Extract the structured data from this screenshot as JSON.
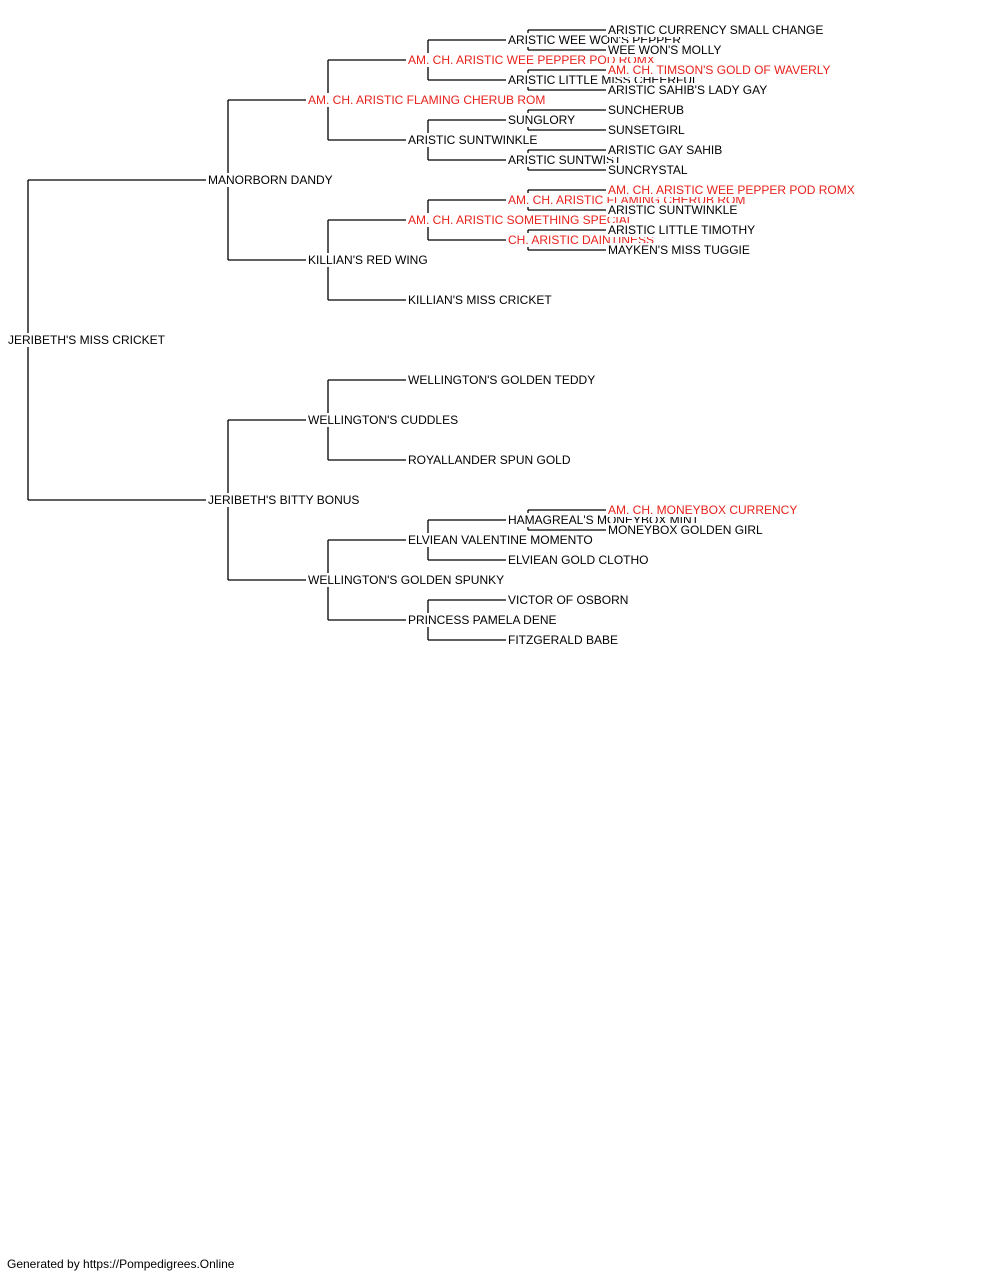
{
  "colors": {
    "champion": "#e8211c",
    "normal": "#000000",
    "line": "#000000"
  },
  "pedigree": {
    "name": "JERIBETH'S MISS CRICKET",
    "sire": {
      "name": "MANORBORN DANDY",
      "sire": {
        "name": "AM. CH. ARISTIC FLAMING CHERUB ROM",
        "champion": true,
        "sire": {
          "name": "AM. CH. ARISTIC WEE PEPPER POD ROMX",
          "champion": true,
          "sire": {
            "name": "ARISTIC WEE WON'S PEPPER",
            "sire": {
              "name": "ARISTIC CURRENCY SMALL CHANGE"
            },
            "dam": {
              "name": "WEE WON'S MOLLY"
            }
          },
          "dam": {
            "name": "ARISTIC LITTLE MISS CHEERFUL",
            "sire": {
              "name": "AM. CH. TIMSON'S GOLD OF WAVERLY",
              "champion": true
            },
            "dam": {
              "name": "ARISTIC SAHIB'S LADY GAY"
            }
          }
        },
        "dam": {
          "name": "ARISTIC SUNTWINKLE",
          "sire": {
            "name": "SUNGLORY",
            "sire": {
              "name": "SUNCHERUB"
            },
            "dam": {
              "name": "SUNSETGIRL"
            }
          },
          "dam": {
            "name": "ARISTIC SUNTWIST",
            "sire": {
              "name": "ARISTIC GAY SAHIB"
            },
            "dam": {
              "name": "SUNCRYSTAL"
            }
          }
        }
      },
      "dam": {
        "name": "KILLIAN'S RED WING",
        "sire": {
          "name": "AM. CH. ARISTIC SOMETHING SPECIAL",
          "champion": true,
          "sire": {
            "name": "AM. CH. ARISTIC FLAMING CHERUB ROM",
            "champion": true,
            "sire": {
              "name": "AM. CH. ARISTIC WEE PEPPER POD ROMX",
              "champion": true
            },
            "dam": {
              "name": "ARISTIC SUNTWINKLE"
            }
          },
          "dam": {
            "name": "CH. ARISTIC DAINTINESS",
            "champion": true,
            "sire": {
              "name": "ARISTIC LITTLE TIMOTHY"
            },
            "dam": {
              "name": "MAYKEN'S MISS TUGGIE"
            }
          }
        },
        "dam": {
          "name": "KILLIAN'S MISS CRICKET"
        }
      }
    },
    "dam": {
      "name": "JERIBETH'S BITTY BONUS",
      "sire": {
        "name": "WELLINGTON'S CUDDLES",
        "sire": {
          "name": "WELLINGTON'S GOLDEN TEDDY"
        },
        "dam": {
          "name": "ROYALLANDER SPUN GOLD"
        }
      },
      "dam": {
        "name": "WELLINGTON'S GOLDEN SPUNKY",
        "sire": {
          "name": "ELVIEAN VALENTINE MOMENTO",
          "sire": {
            "name": "HAMAGREAL'S MONEYBOX MINT",
            "sire": {
              "name": "AM. CH. MONEYBOX CURRENCY",
              "champion": true
            },
            "dam": {
              "name": "MONEYBOX GOLDEN GIRL"
            }
          },
          "dam": {
            "name": "ELVIEAN GOLD CLOTHO"
          }
        },
        "dam": {
          "name": "PRINCESS PAMELA DENE",
          "sire": {
            "name": "VICTOR OF OSBORN"
          },
          "dam": {
            "name": "FITZGERALD BABE"
          }
        }
      }
    }
  },
  "footer": "Generated by https://Pompedigrees.Online"
}
